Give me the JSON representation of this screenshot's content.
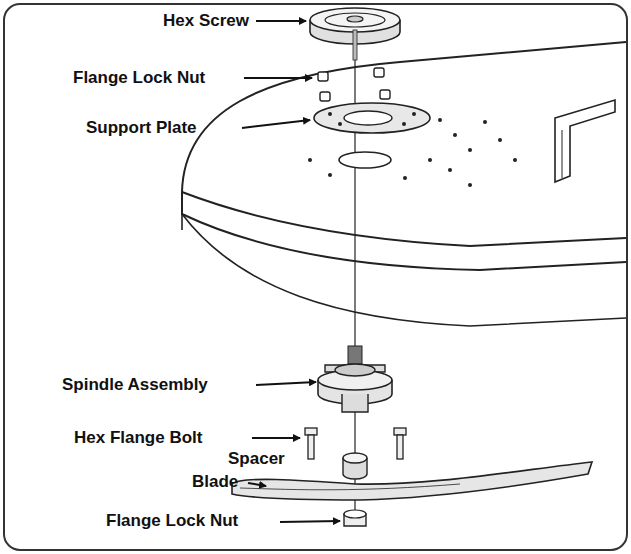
{
  "diagram": {
    "labels": [
      "Hex Screw",
      "Flange Lock Nut",
      "Support Plate",
      "Spindle Assembly",
      "Hex Flange Bolt",
      "Spacer",
      "Blade",
      "Flange Lock Nut"
    ]
  }
}
